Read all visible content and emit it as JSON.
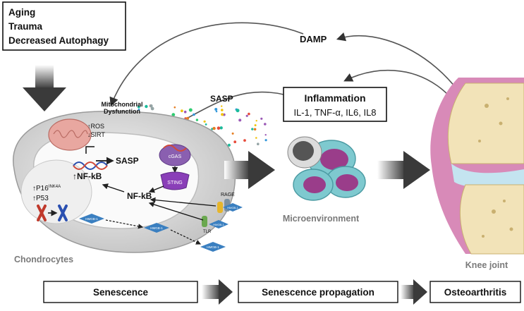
{
  "causes": [
    "Aging",
    "Trauma",
    "Decreased Autophagy"
  ],
  "damp": "DAMP",
  "inflammation": {
    "title": "Inflammation",
    "cytokines": "IL-1, TNF-α, IL6, IL8"
  },
  "sasp_cloud": "SASP",
  "mito": {
    "label_line1": "Mitochondrial",
    "label_line2": "Dysfunction",
    "ros": "↑ROS",
    "sirt": "↓SIRT"
  },
  "cell": {
    "sasp": "SASP",
    "nfkb_up": "↑NF-kB",
    "nfkb": "NF-kB",
    "p16": "↑P16",
    "p16_sup": "INK4A",
    "p53": "↑P53",
    "cgas": "cGAS",
    "sting": "STING",
    "rage": "RAGE",
    "tlr": "TLR",
    "hmgb": "HMGB-1"
  },
  "chondrocytes": "Chondrocytes",
  "microenvironment": "Microenvironment",
  "knee_joint": "Knee joint",
  "stages": [
    "Senescence",
    "Senescence propagation",
    "Osteoarthritis"
  ],
  "colors": {
    "mito": "#e8a7a0",
    "cell_outer": "#cfcfcf",
    "sting": "#8a3fb8",
    "hmgb": "#3a7fc0",
    "macrophage_teal": "#7ec9cf",
    "macrophage_purple": "#9a3d8a",
    "bone": "#f2e3b8",
    "cartilage": "#c4e4f0",
    "synovium": "#d88ab8"
  }
}
